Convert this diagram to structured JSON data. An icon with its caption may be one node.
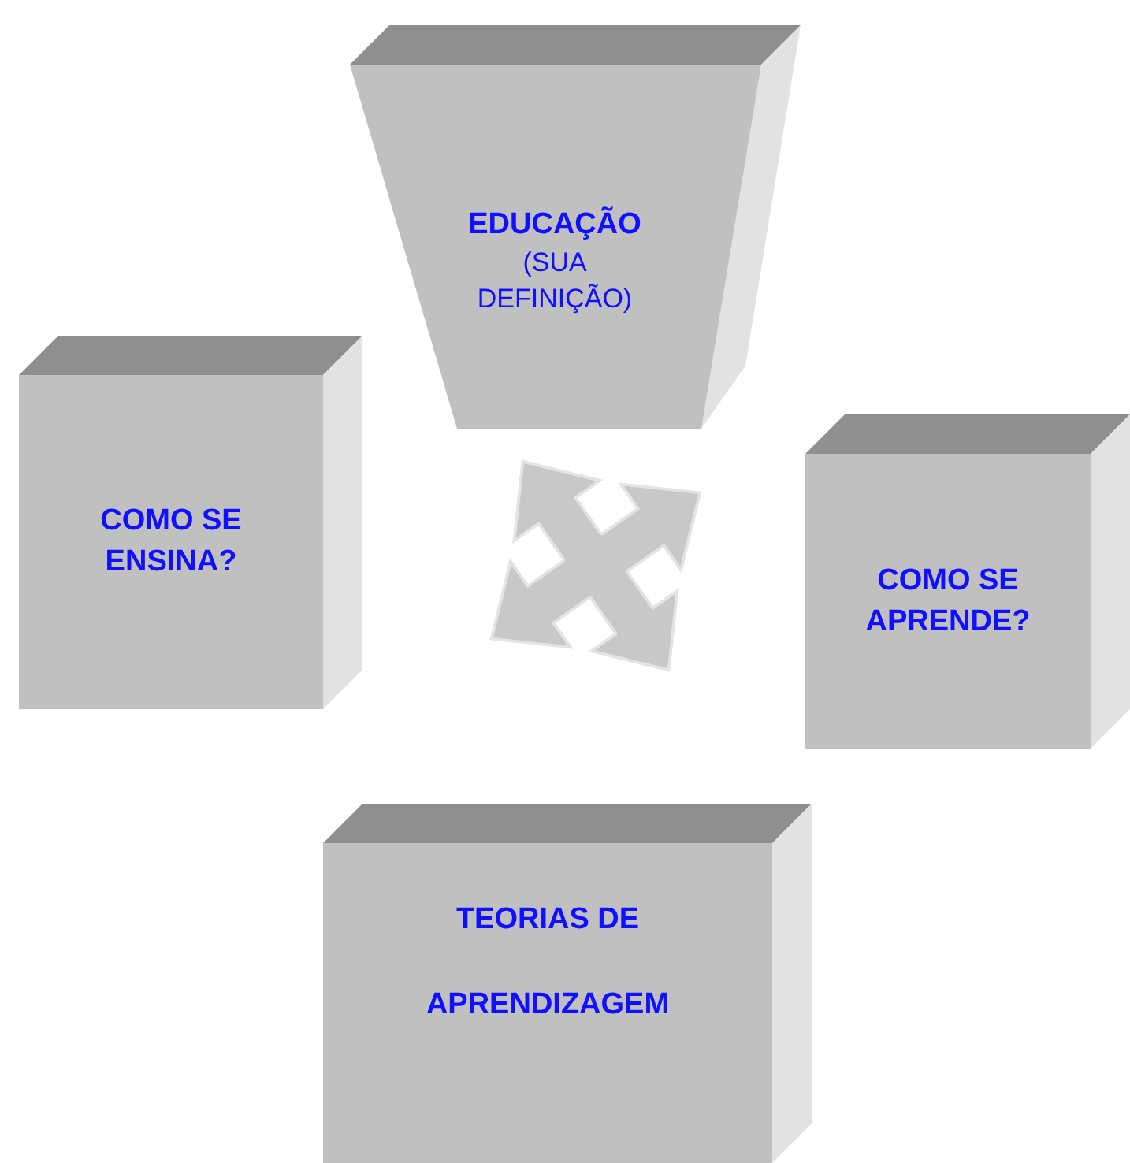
{
  "diagram": {
    "nodes": [
      {
        "text": [
          "EDUCAÇÃO",
          "(SUA DEFINIÇÃO)"
        ]
      },
      {
        "text": [
          "COMO SE ENSINA?"
        ]
      },
      {
        "text": [
          "COMO SE APRENDE?"
        ]
      },
      {
        "text": [
          "TEORIAS DE",
          "APRENDIZAGEM"
        ]
      }
    ]
  }
}
